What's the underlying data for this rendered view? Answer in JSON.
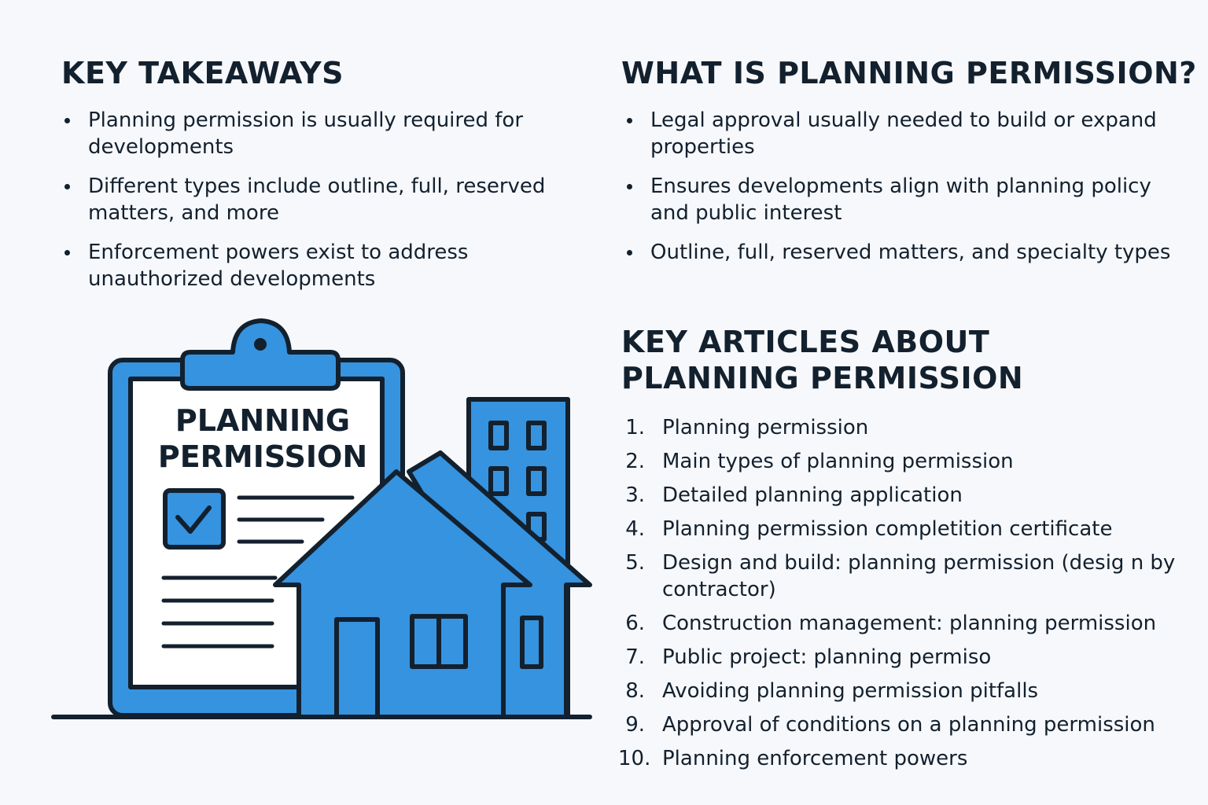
{
  "key_takeaways": {
    "title": "KEY TAKEAWAYS",
    "items": [
      "Planning permission is usually required for developments",
      "Different types include outline, full, reserved matters, and more",
      "Enforcement powers exist to address unauthorized developments"
    ]
  },
  "what_is": {
    "title": "WHAT IS PLANNING PERMISSION?",
    "items": [
      "Legal approval usually needed to build or expand properties",
      "Ensures developments align with planning policy and public interest",
      "Outline, full, reserved matters, and specialty types"
    ]
  },
  "key_articles": {
    "title_line1": "KEY ARTICLES ABOUT",
    "title_line2": "PLANNING PERMISSION",
    "items": [
      {
        "num": "1.",
        "text": "Planning permission"
      },
      {
        "num": "2.",
        "text": "Main types of planning permission"
      },
      {
        "num": "3.",
        "text": "Detailed planning application"
      },
      {
        "num": "4.",
        "text": "Planning permission completition certificate"
      },
      {
        "num": "5.",
        "text": "Design and build: planning permission (desig n by contractor)"
      },
      {
        "num": "6.",
        "text": "Construction management: planning permission"
      },
      {
        "num": "7.",
        "text": "Public project: planning permiso"
      },
      {
        "num": "8.",
        "text": "Avoiding planning permission pitfalls"
      },
      {
        "num": "9.",
        "text": "Approval of conditions on a planning permission"
      },
      {
        "num": "10.",
        "text": "Planning enforcement powers"
      }
    ]
  },
  "illustration": {
    "clipboard_label_line1": "PLANNING",
    "clipboard_label_line2": "PERMISSION",
    "icons": [
      "clipboard-icon",
      "checkbox-checked-icon",
      "house-icon",
      "apartment-building-icon"
    ]
  },
  "colors": {
    "background": "#f6f8fb",
    "text": "#13202e",
    "accent_blue": "#3593e0",
    "outline": "#13202e",
    "paper": "#ffffff"
  }
}
